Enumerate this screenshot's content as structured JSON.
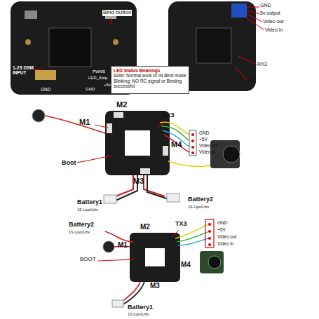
{
  "diagram": {
    "nodes": [
      {
        "text": [
          "LED Status Meanings",
          "Solid: Normal work or IN Bind mode",
          "Blinking: NO RC signal or Binding successful"
        ]
      }
    ],
    "edges": [],
    "labels": [
      "Bind button",
      "1-2S DSM INPUT",
      "GND",
      "PWM5",
      "LED_Strip",
      "+5v",
      "GND",
      "GND",
      "5v output",
      "Video out",
      "Video In",
      "RX3",
      "TX3",
      "M2",
      "M1",
      "TX3",
      "Boot",
      "M4",
      "M3",
      "GND",
      "+5V",
      "Video out",
      "Video in",
      "Battery1",
      "1S Lipo/Lihv",
      "Battery2",
      "1S Lipo/Lihv",
      "Battery2",
      "1S Lipo/Lihv",
      "M2",
      "TX3",
      "M1",
      "BOOT",
      "M4",
      "M3",
      "GND",
      "+5V",
      "Video out",
      "Video in",
      "Battery1",
      "1S Lipo/Lihv"
    ]
  }
}
